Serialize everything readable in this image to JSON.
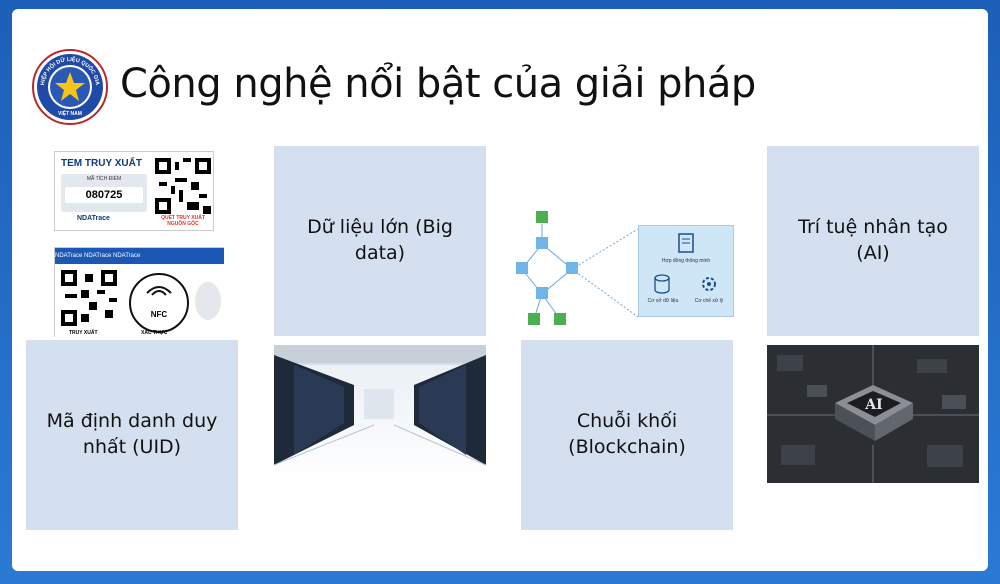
{
  "slide": {
    "title": "Công nghệ nổi bật của giải pháp"
  },
  "logo": {
    "ring_text": "HIỆP HỘI DỮ LIỆU QUỐC GIA",
    "bottom_text": "VIỆT NAM"
  },
  "panels": {
    "uid": "Mã định danh duy nhất (UID)",
    "bigdata": "Dữ liệu lớn (Big data)",
    "blockchain": "Chuỗi khối (Blockchain)",
    "ai": "Trí tuệ nhân tạo (AI)"
  },
  "uid_label": {
    "tem_title": "TEM TRUY XUẤT",
    "tem_small": "MÃ TÍCH ĐIỂM",
    "tem_code": "080725",
    "tem_brand": "NDATrace",
    "tem_caption": "QUÉT TRUY XUẤT NGUỒN GỐC",
    "nfc_band": "NDATrace   NDATrace   NDATrace",
    "nfc_text": "NFC",
    "cap_left": "TRUY XUẤT",
    "cap_right": "XÁC THỰC"
  },
  "blockchain_img": {
    "contract": "Hợp đồng thông minh",
    "database": "Cơ sở dữ liệu",
    "process": "Cơ chế xử lý"
  },
  "ai_img": {
    "chip_text": "AI"
  },
  "colors": {
    "panel": "#d4e0ef",
    "background": "#1c5fb8"
  }
}
